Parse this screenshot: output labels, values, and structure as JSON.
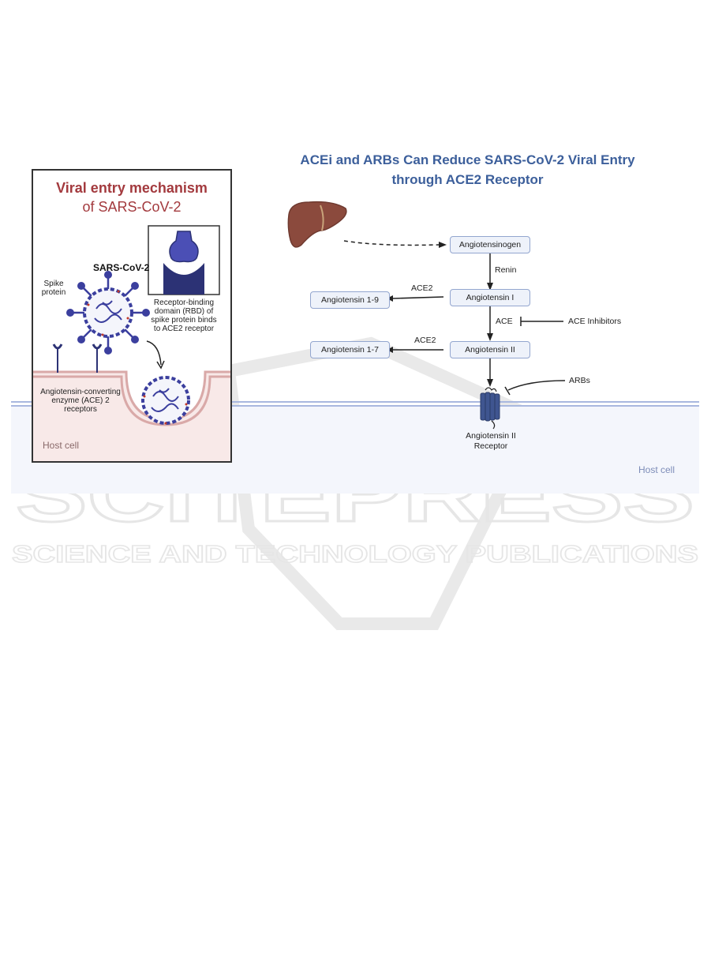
{
  "left_panel": {
    "title_line1": "Viral entry mechanism",
    "title_line2": "of SARS-CoV-2",
    "virus_name": "SARS-CoV-2",
    "spike_label_line1": "Spike",
    "spike_label_line2": "protein",
    "rbd_line1": "Receptor-binding",
    "rbd_line2": "domain (RBD) of",
    "rbd_line3": "spike protein binds",
    "rbd_line4": "to ACE2 receptor",
    "ace_line1": "Angiotensin-converting",
    "ace_line2": "enzyme (ACE) 2",
    "ace_line3": "receptors",
    "host_cell": "Host cell"
  },
  "right_diagram": {
    "title_line1": "ACEi and ARBs Can Reduce SARS-CoV-2 Viral Entry",
    "title_line2": "through ACE2 Receptor",
    "boxes": {
      "angiotensinogen": "Angiotensinogen",
      "angiotensin_1": "Angiotensin I",
      "angiotensin_2": "Angiotensin II",
      "angiotensin_1_9": "Angiotensin 1-9",
      "angiotensin_1_7": "Angiotensin 1-7"
    },
    "labels": {
      "renin": "Renin",
      "ace2_top": "ACE2",
      "ace2_bottom": "ACE2",
      "ace": "ACE",
      "ace_inhibitors": "ACE Inhibitors",
      "arbs": "ARBs",
      "receptor_line1": "Angiotensin II",
      "receptor_line2": "Receptor",
      "host_cell": "Host cell"
    }
  },
  "watermark": {
    "main": "SCITEPRESS",
    "sub": "SCIENCE AND TECHNOLOGY PUBLICATIONS"
  },
  "colors": {
    "left_title": "#a33a3e",
    "right_title": "#3c5f9b",
    "virus_blue": "#3b3f9e",
    "membrane_pink": "#e6c3c3",
    "membrane_blue": "#a9b8df",
    "liver_brown": "#8b4a3d"
  }
}
